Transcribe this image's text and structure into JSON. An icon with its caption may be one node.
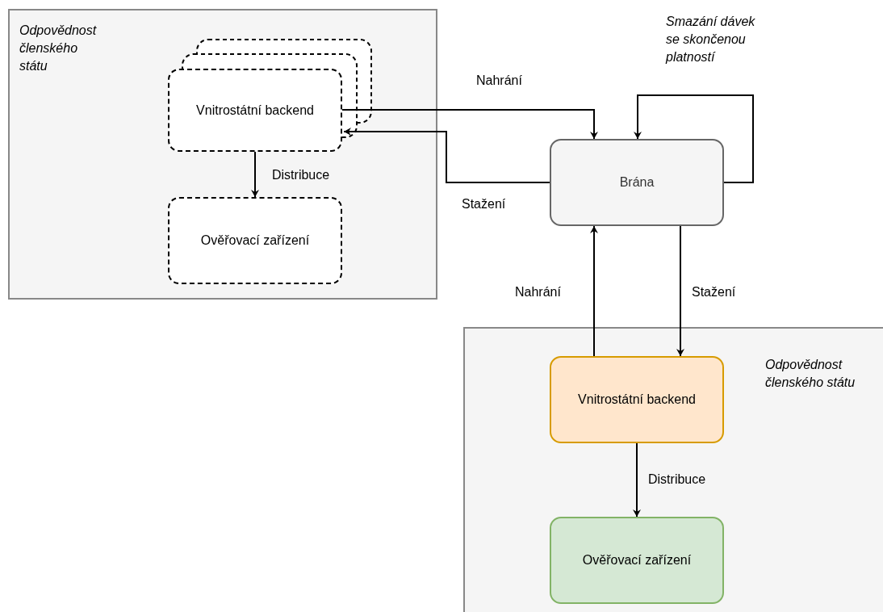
{
  "diagram": {
    "nodes": [
      {
        "text": [
          "Odpovědnost členského státu"
        ]
      },
      {
        "text": [
          "Vnitrostátní backend"
        ],
        "in": 0
      },
      {
        "text": [
          "Ověřovací zařízení"
        ],
        "in": 0
      },
      {
        "text": [
          "Brána"
        ]
      },
      {
        "text": [
          "Odpovědnost členského státu"
        ]
      },
      {
        "text": [
          "Vnitrostátní backend"
        ],
        "in": 4
      },
      {
        "text": [
          "Ověřovací zařízení"
        ],
        "in": 4
      }
    ],
    "edges": [
      {
        "from": 1,
        "to": 3,
        "arrow": "to",
        "label": "Nahrání"
      },
      {
        "from": 3,
        "to": 1,
        "arrow": "to",
        "label": "Stažení"
      },
      {
        "from": 3,
        "to": 3,
        "arrow": "to",
        "label": "Smazání dávek se skončenou platností"
      },
      {
        "from": 1,
        "to": 2,
        "arrow": "to",
        "label": "Distribuce"
      },
      {
        "from": 5,
        "to": 3,
        "arrow": "to",
        "label": "Nahrání"
      },
      {
        "from": 3,
        "to": 5,
        "arrow": "to",
        "label": "Stažení"
      },
      {
        "from": 5,
        "to": 6,
        "arrow": "to",
        "label": "Distribuce"
      }
    ]
  }
}
